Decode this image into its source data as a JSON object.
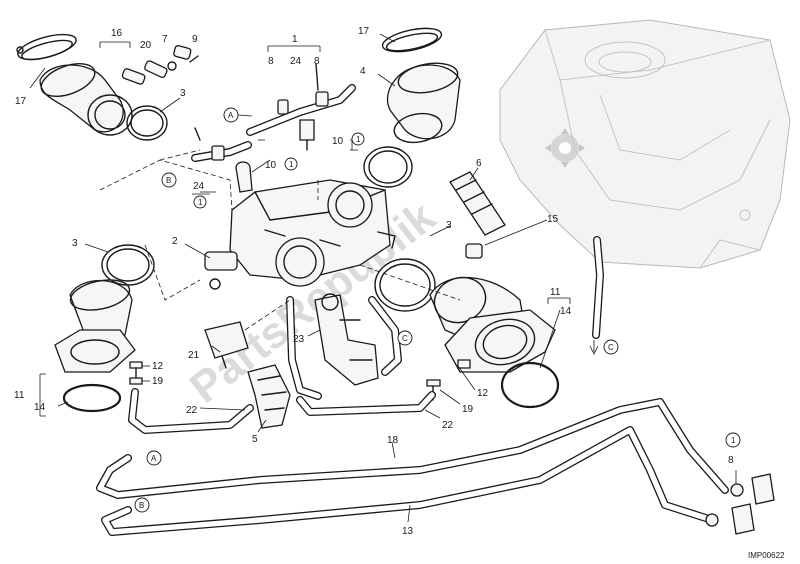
{
  "diagram": {
    "drawing_code": "IMP00622",
    "watermark": "PartsRepublik",
    "part_numbers": {
      "n1": "1",
      "n2": "2",
      "n3": "3",
      "n4": "4",
      "n5": "5",
      "n6": "6",
      "n7": "7",
      "n8": "8",
      "n9": "9",
      "n10": "10",
      "n11": "11",
      "n12": "12",
      "n13": "13",
      "n14": "14",
      "n15": "15",
      "n16": "16",
      "n17": "17",
      "n18": "18",
      "n19": "19",
      "n20": "20",
      "n21": "21",
      "n22": "22",
      "n23": "23",
      "n24": "24"
    },
    "ref_letters": {
      "a": "A",
      "b": "B",
      "c": "C"
    },
    "kit_mark": "1"
  }
}
